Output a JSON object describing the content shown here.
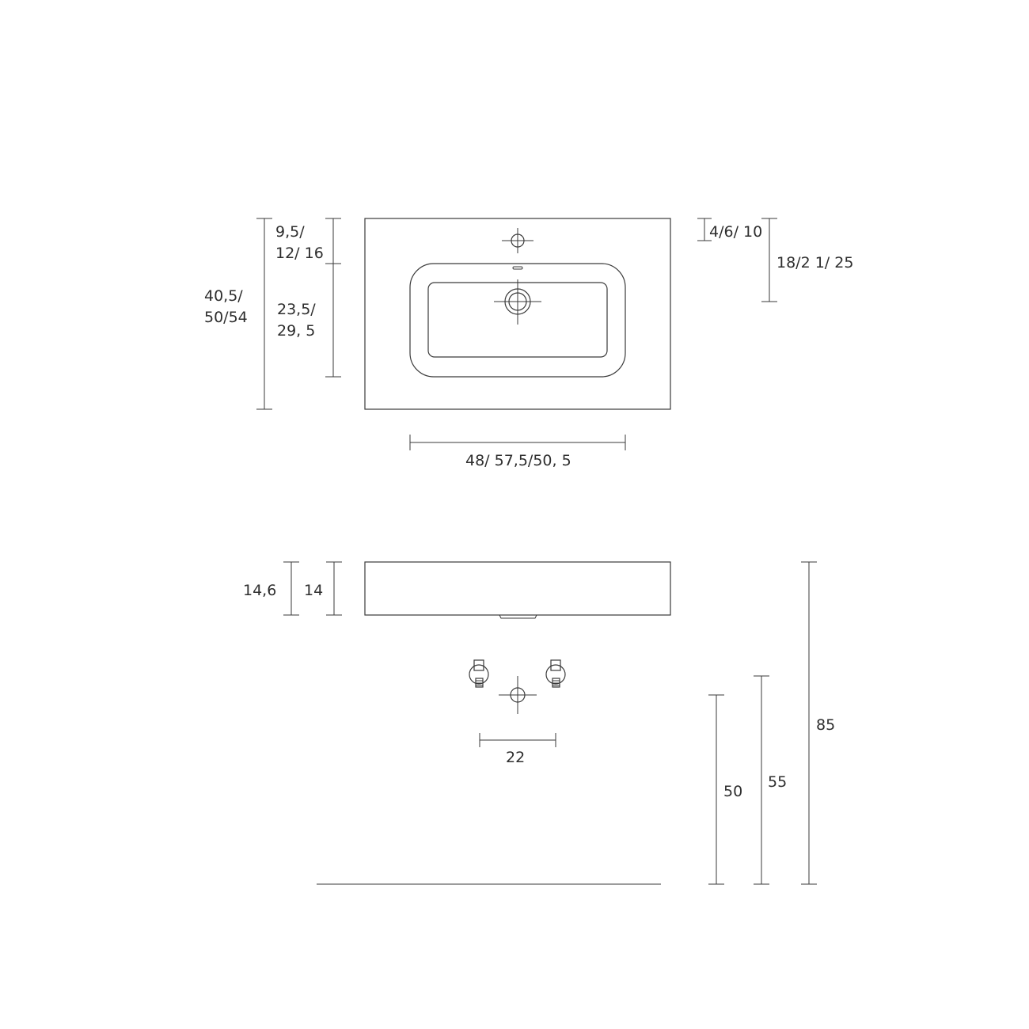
{
  "colors": {
    "line": "#3a3a3a",
    "text": "#2e2e2e",
    "background": "#ffffff"
  },
  "top_view": {
    "overall_depth_line1": "40,5/",
    "overall_depth_line2": "50/54",
    "tap_offset_line1": "9,5/",
    "tap_offset_line2": "12/ 16",
    "bowl_depth_line1": "23,5/",
    "bowl_depth_line2": "29, 5",
    "tap_center": "4/6/ 10",
    "drain_center": "18/2 1/ 25",
    "bowl_width": "48/ 57,5/50,  5"
  },
  "front_view": {
    "overall_height": "14,6",
    "rim_height": "14",
    "valve_spacing": "22",
    "drain_height": "50",
    "valve_height": "55",
    "top_height": "85"
  },
  "icons": {
    "tap_hole": "crosshair-circle-icon",
    "drain": "drain-icon",
    "valve": "angle-valve-icon"
  }
}
